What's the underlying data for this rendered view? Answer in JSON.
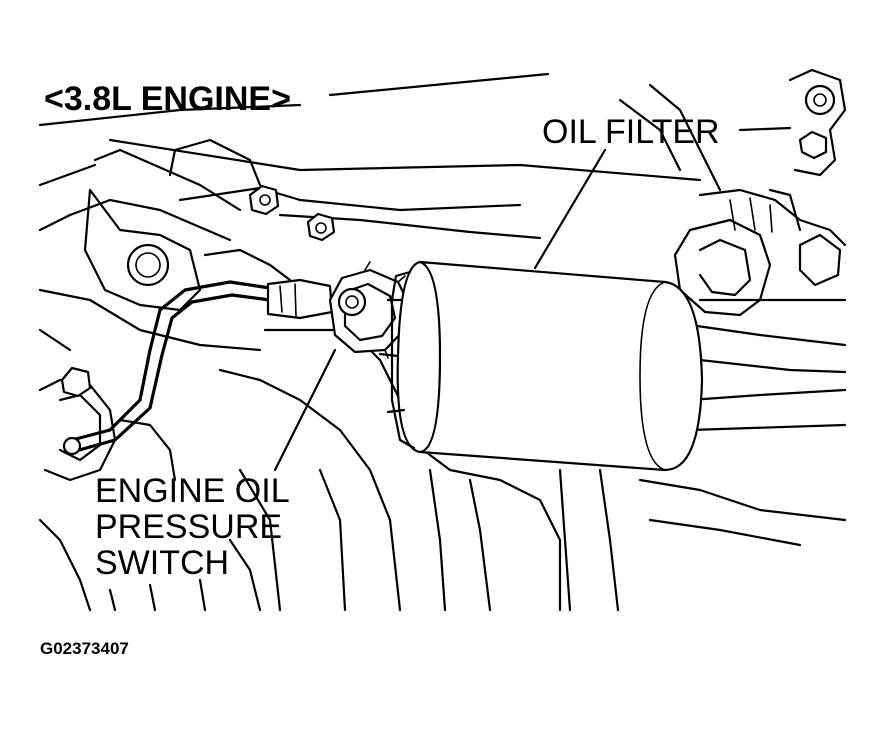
{
  "diagram": {
    "title": "<3.8L ENGINE>",
    "labels": {
      "oil_filter": "OIL FILTER",
      "pressure_switch_line1": "ENGINE OIL",
      "pressure_switch_line2": "PRESSURE",
      "pressure_switch_line3": "SWITCH"
    },
    "figure_id": "G02373407"
  }
}
